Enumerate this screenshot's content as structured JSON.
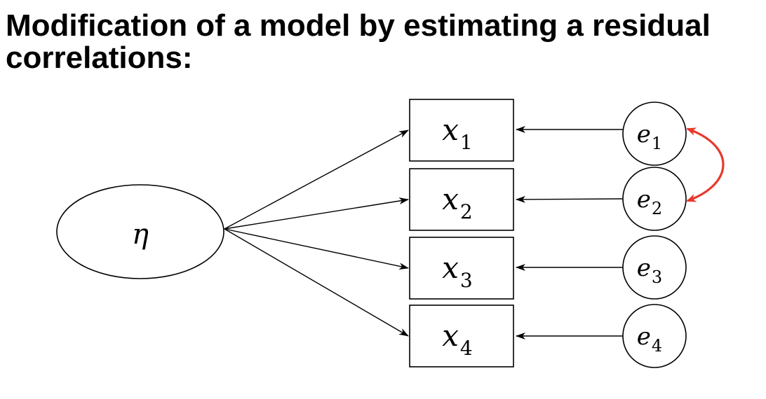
{
  "title": {
    "prefix": "Modification of a model by estimating a ",
    "bold": "residual correlations",
    "suffix": ":"
  },
  "diagram": {
    "latent": {
      "symbol": "η"
    },
    "indicators": [
      {
        "symbol": "x",
        "index": "1"
      },
      {
        "symbol": "x",
        "index": "2"
      },
      {
        "symbol": "x",
        "index": "3"
      },
      {
        "symbol": "x",
        "index": "4"
      }
    ],
    "errors": [
      {
        "symbol": "e",
        "index": "1"
      },
      {
        "symbol": "e",
        "index": "2"
      },
      {
        "symbol": "e",
        "index": "3"
      },
      {
        "symbol": "e",
        "index": "4"
      }
    ],
    "residual_correlation": {
      "between": [
        "e1",
        "e2"
      ],
      "color": "#e8392b"
    },
    "line_color": "#000000"
  }
}
